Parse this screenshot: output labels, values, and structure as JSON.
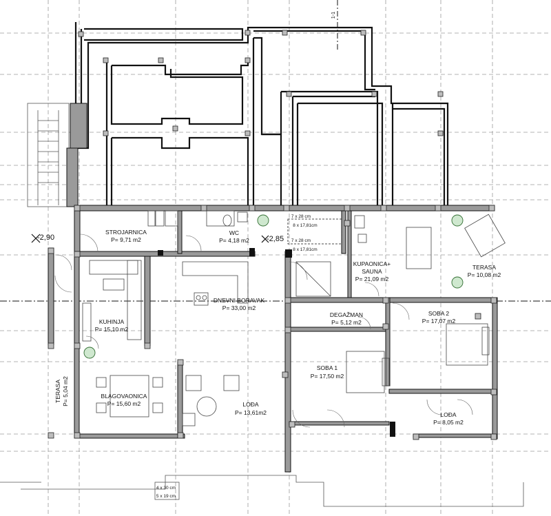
{
  "rooms": {
    "strojarnica": {
      "name": "STROJARNICA",
      "area": "P= 9,71 m2"
    },
    "wc": {
      "name": "WC",
      "area": "P= 4,18 m2"
    },
    "kupaonica": {
      "name": "KUPAONICA+",
      "name2": "SAUNA",
      "area": "P= 21,09 m2"
    },
    "terasa_right": {
      "name": "TERASA",
      "area": "P= 10,08 m2"
    },
    "dnevni": {
      "name": "DNEVNI BORAVAK",
      "area": "P= 33,00 m2"
    },
    "degazman": {
      "name": "DEGAŽMAN",
      "area": "P= 5,12 m2"
    },
    "soba2": {
      "name": "SOBA 2",
      "area": "P= 17,07 m2"
    },
    "kuhinja": {
      "name": "KUHINJA",
      "area": "P= 15,10 m2"
    },
    "soba1": {
      "name": "SOBA 1",
      "area": "P= 17,50 m2"
    },
    "blagovaonica": {
      "name": "BLAGOVAONICA",
      "area": "P= 15,60 m2"
    },
    "loda_center": {
      "name": "LOĐA",
      "area": "P= 13,61m2"
    },
    "loda_right": {
      "name": "LOĐA",
      "area": "P= 8,05 m2"
    },
    "terasa_left": {
      "name": "TERASA",
      "area": "P= 5,04 m2"
    }
  },
  "levels": {
    "left": "-2,90",
    "center": "-2,85"
  },
  "stairs": {
    "dim1": "7 x 28 cm",
    "dim2": "8 x 17,81cm",
    "dim3": "7 x 28 cm",
    "dim4": "8 x 17,81cm",
    "dim5": "4 x 30 cm",
    "dim6": "5 x 19 cm"
  },
  "section_marker": "1-1",
  "colors": {
    "wall": "#111111",
    "hatch": "#9a9a9a",
    "grid": "#9a9a9a",
    "plant": "#2e6b2e"
  }
}
